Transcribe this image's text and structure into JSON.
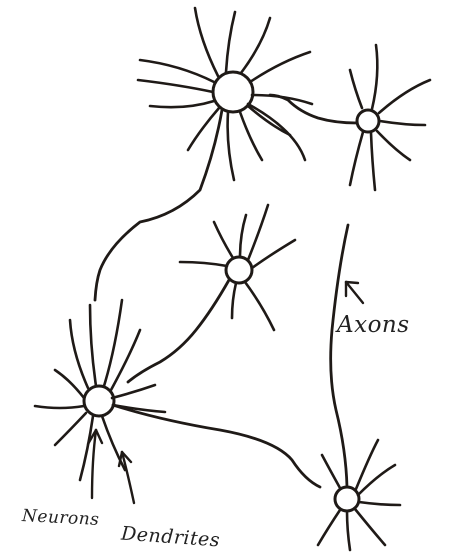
{
  "diagram": {
    "labels": {
      "axons": "Axons",
      "neurons": "Neurons",
      "dendrites": "Dendrites"
    },
    "ink_color": "#1f1a17",
    "neurons": [
      "top-left-neuron",
      "top-right-neuron",
      "middle-neuron",
      "bottom-left-neuron",
      "bottom-right-neuron"
    ]
  }
}
